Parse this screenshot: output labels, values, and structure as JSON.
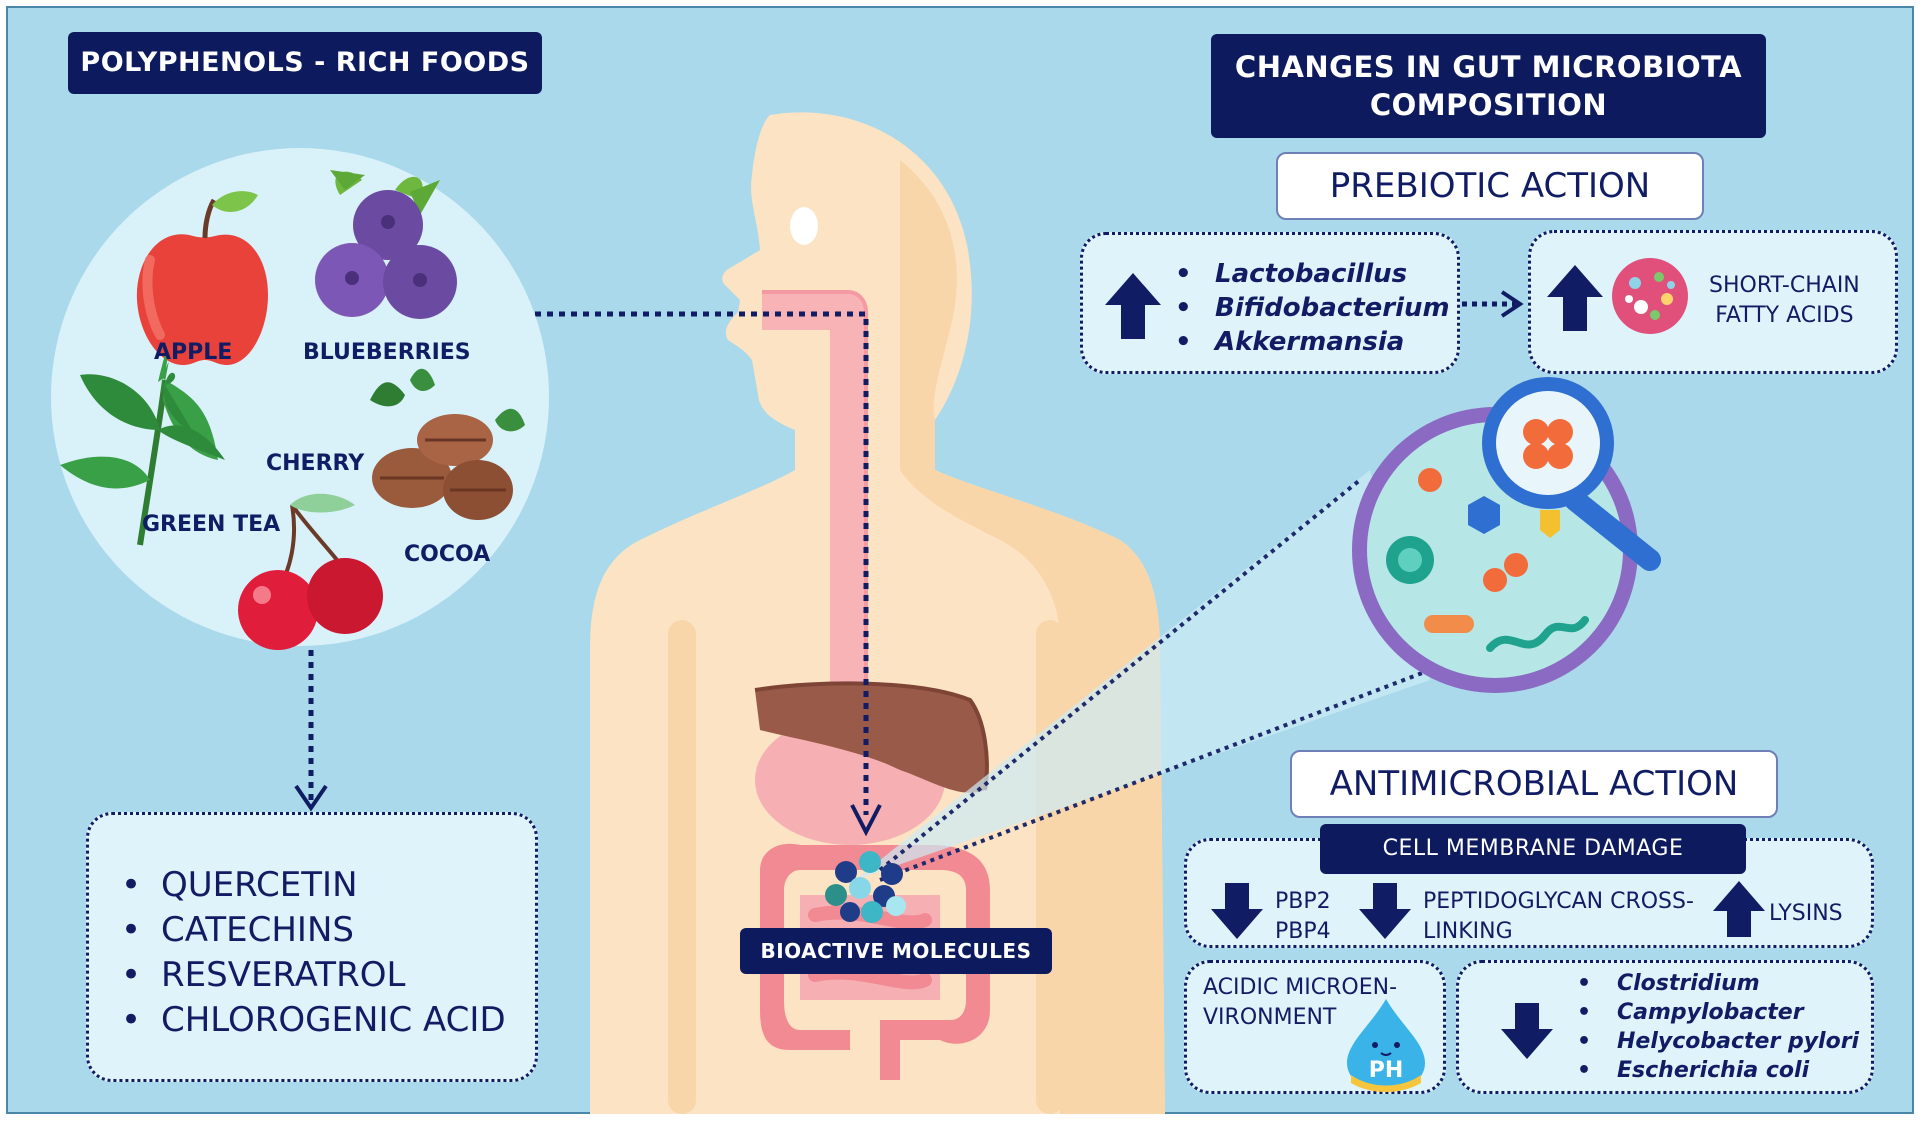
{
  "left": {
    "title": "POLYPHENOLS - RICH FOODS",
    "foods": {
      "apple": "APPLE",
      "blueberries": "BLUEBERRIES",
      "cherry": "CHERRY",
      "green_tea": "GREEN TEA",
      "cocoa": "COCOA"
    },
    "compounds": [
      "QUERCETIN",
      "CATECHINS",
      "RESVERATROL",
      "CHLOROGENIC ACID"
    ]
  },
  "center": {
    "bioactive_label": "BIOACTIVE MOLECULES"
  },
  "right": {
    "title_line1": "CHANGES IN GUT MICROBIOTA",
    "title_line2": "COMPOSITION",
    "prebiotic": {
      "title": "PREBIOTIC ACTION",
      "bacteria": [
        "Lactobacillus",
        "Bifidobacterium",
        "Akkermansia"
      ],
      "scfa_line1": "SHORT-CHAIN",
      "scfa_line2": "FATTY ACIDS"
    },
    "antimicrobial": {
      "title": "ANTIMICROBIAL ACTION",
      "membrane_header": "CELL MEMBRANE DAMAGE",
      "pbp2": "PBP2",
      "pbp4": "PBP4",
      "peptidoglycan_line1": "PEPTIDOGLYCAN CROSS-",
      "peptidoglycan_line2": "LINKING",
      "lysins": "LYSINS",
      "acidic_line1": "ACIDIC MICROEN-",
      "acidic_line2": "VIRONMENT",
      "ph_label": "PH",
      "pathogens": [
        "Clostridium",
        "Campylobacter",
        "Helycobacter pylori",
        "Escherichia coli"
      ]
    }
  },
  "colors": {
    "background": "#a9d9ea",
    "navy": "#0d1b5e",
    "box_fill": "#def3fa"
  }
}
